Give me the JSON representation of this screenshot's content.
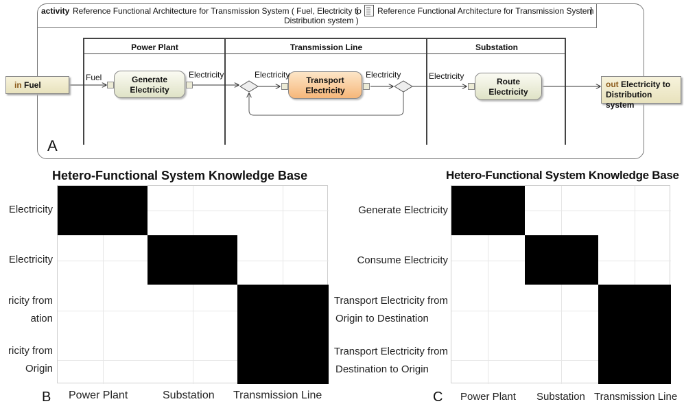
{
  "panel_a": {
    "letter": "A",
    "header": {
      "keyword": "activity",
      "title_line1": "Reference Functional Architecture for Transmission System ( Fuel, Electricity to",
      "title_line2": "Distribution system )",
      "bracket_open": "[",
      "ref_name": "Reference Functional Architecture for Transmission System",
      "bracket_close": "]"
    },
    "lanes": [
      {
        "label": "Power Plant"
      },
      {
        "label": "Transmission Line"
      },
      {
        "label": "Substation"
      }
    ],
    "input_param": {
      "direction": "in",
      "name": "Fuel"
    },
    "output_param": {
      "direction": "out",
      "name_line1": "Electricity to",
      "name_line2": "Distribution system"
    },
    "actions": [
      {
        "line1": "Generate",
        "line2": "Electricity"
      },
      {
        "line1": "Transport",
        "line2": "Electricity"
      },
      {
        "line1": "Route",
        "line2": "Electricity"
      }
    ],
    "flow_labels": {
      "fuel": "Fuel",
      "gen_out": "Electricity",
      "transport_in": "Electricity",
      "transport_out": "Electricity",
      "route_in": "Electricity"
    },
    "colors": {
      "action_fill": "#dfe2c6",
      "transport_fill": "#f6b77a",
      "param_fill": "#e8e2bd"
    }
  },
  "panel_b": {
    "letter": "B",
    "title": "Hetero-Functional System Knowledge Base",
    "row_labels": [
      {
        "line1": "Electricity",
        "line2": ""
      },
      {
        "line1": "Electricity",
        "line2": ""
      },
      {
        "line1": "ricity from",
        "line2": "ation"
      },
      {
        "line1": "ricity from",
        "line2": "Origin"
      }
    ],
    "col_labels": [
      "Power Plant",
      "Substation",
      "Transmission Line"
    ]
  },
  "panel_c": {
    "letter": "C",
    "title": "Hetero-Functional System Knowledge Base",
    "row_labels": [
      {
        "line1": "Generate Electricity",
        "line2": ""
      },
      {
        "line1": "Consume Electricity",
        "line2": ""
      },
      {
        "line1": "Transport Electricity from",
        "line2": "Origin to Destination"
      },
      {
        "line1": "Transport Electricity from",
        "line2": "Destination to Origin"
      }
    ],
    "col_labels": [
      "Power Plant",
      "Substation",
      "Transmission Line"
    ]
  }
}
